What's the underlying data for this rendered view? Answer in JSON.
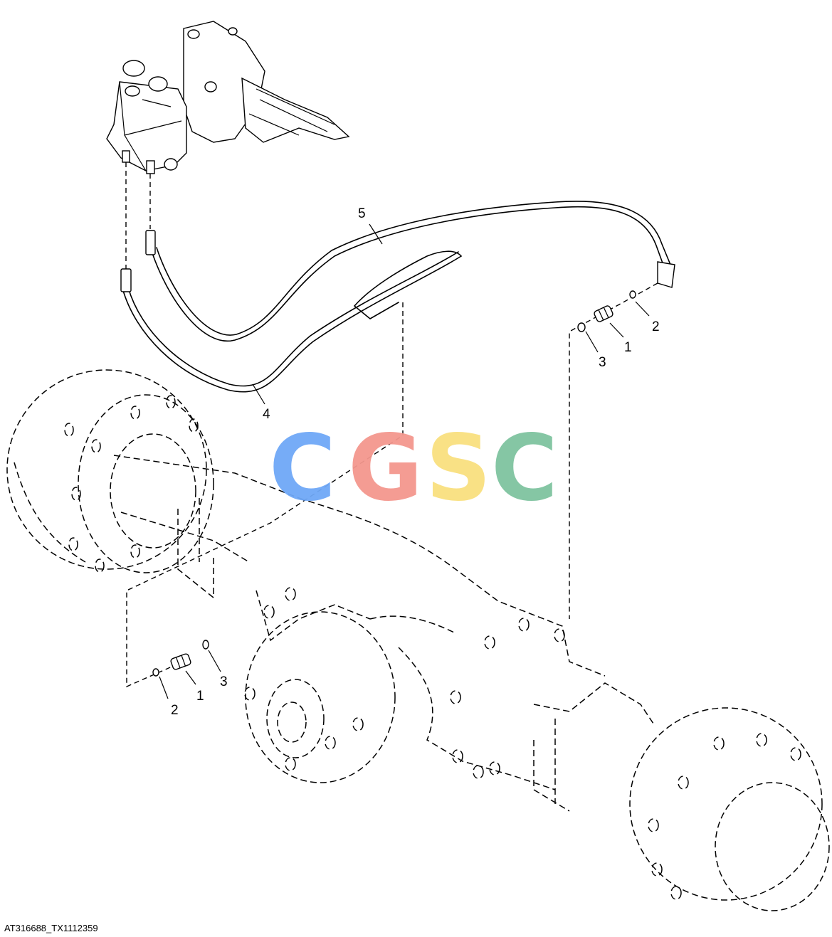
{
  "callouts": {
    "c1_right": "1",
    "c2_right": "2",
    "c3_right": "3",
    "c4": "4",
    "c5": "5",
    "c1_left": "1",
    "c2_left": "2",
    "c3_left": "3"
  },
  "watermark": {
    "letters": [
      "C",
      "G",
      "S",
      "C"
    ],
    "colors": [
      "#6fa8f7",
      "#f4978e",
      "#f9e07f",
      "#7fc4a0"
    ]
  },
  "caption": "AT316688_TX1112359"
}
